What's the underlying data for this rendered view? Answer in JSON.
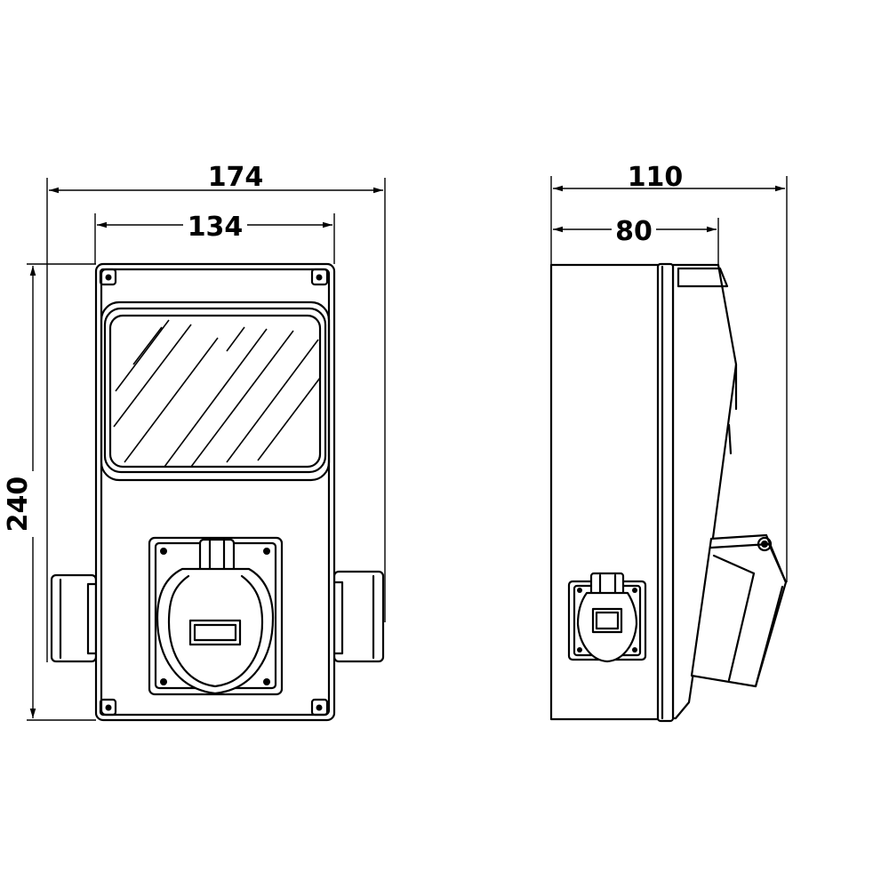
{
  "dimensions": {
    "front_width_outer": "174",
    "front_width_inner": "134",
    "front_height": "240",
    "side_depth_outer": "110",
    "side_depth_inner": "80"
  }
}
